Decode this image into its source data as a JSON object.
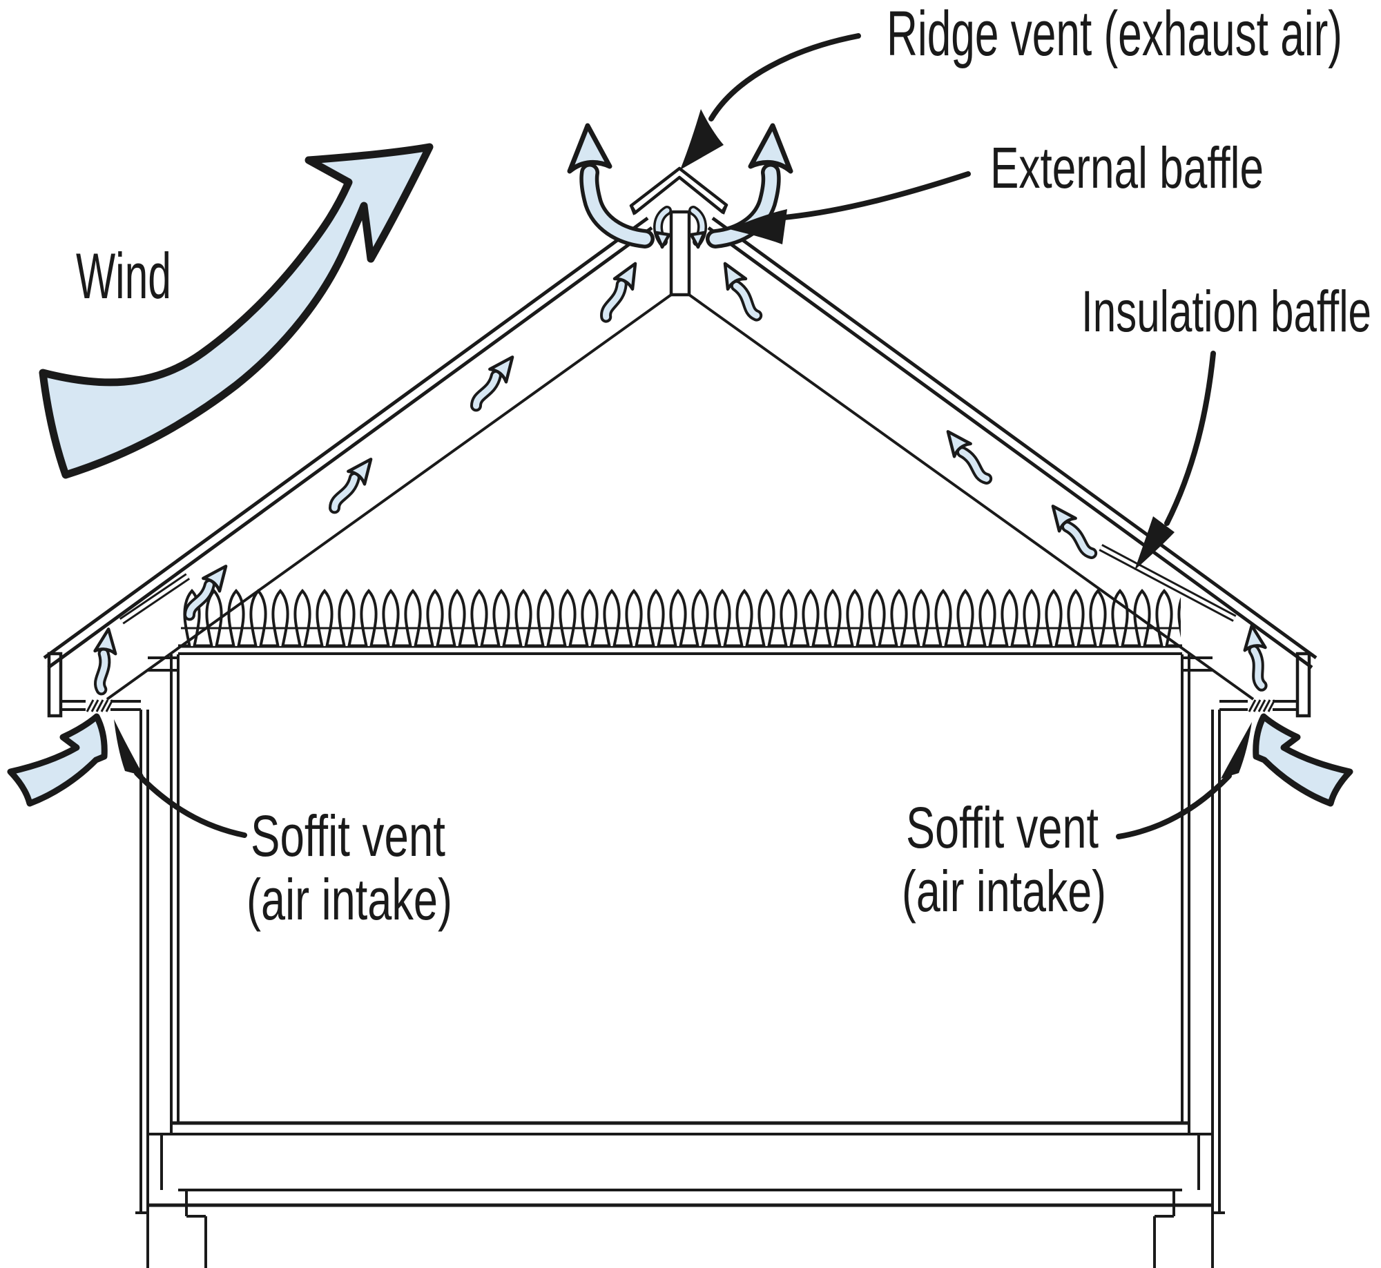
{
  "diagram": {
    "subject": "attic-roof-ventilation-cross-section"
  },
  "labels": {
    "wind": "Wind",
    "ridge_vent": "Ridge vent (exhaust air)",
    "external_baffle": "External baffle",
    "insulation_baffle": "Insulation baffle",
    "soffit_vent_left_line1": "Soffit vent",
    "soffit_vent_left_line2": "(air intake)",
    "soffit_vent_right_line1": "Soffit vent",
    "soffit_vent_right_line2": "(air intake)"
  },
  "colors": {
    "airflow_fill": "#d7e7f3",
    "line_ink": "#1a1a1a",
    "background": "#ffffff"
  }
}
